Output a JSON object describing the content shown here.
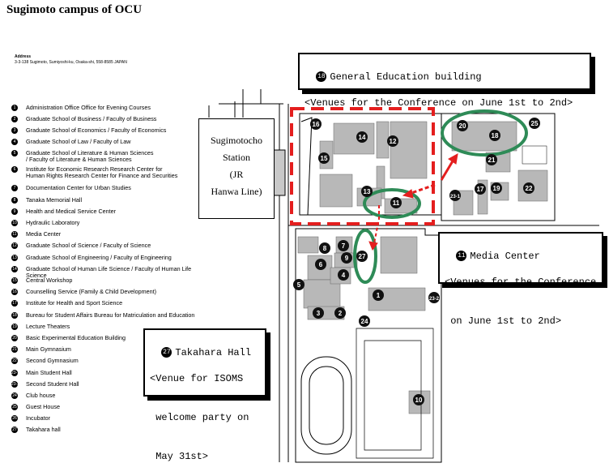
{
  "title": "Sugimoto campus of OCU",
  "address": {
    "label": "Address",
    "text": "3-3-138 Sugimoto, Sumiyoshi-ku, Osaka-shi, 558-8585 JAPAN"
  },
  "station": {
    "lines": [
      "Sugimotocho",
      "Station",
      "(JR",
      "Hanwa Line)"
    ]
  },
  "legend": [
    {
      "num": "1",
      "text": "Administration Office Office for Evening Courses"
    },
    {
      "num": "2",
      "text": "Graduate School of Business / Faculty of Business"
    },
    {
      "num": "3",
      "text": "Graduate School of Economics / Faculty of Economics"
    },
    {
      "num": "4",
      "text": "Graduate School of Law / Faculty of Law"
    },
    {
      "num": "5",
      "text": "Graduate School of Literature & Human Sciences\n/ Faculty of Literature & Human Sciences"
    },
    {
      "num": "6",
      "text": "Institute for Economic Research Research Center for\nHuman Rights Research Center for Finance and Securities"
    },
    {
      "num": "7",
      "text": "Documentation Center for Urban Studies"
    },
    {
      "num": "8",
      "text": "Tanaka Memorial Hall"
    },
    {
      "num": "9",
      "text": "Health and Medical Service Center"
    },
    {
      "num": "10",
      "text": "Hydraulic Laboratory"
    },
    {
      "num": "11",
      "text": "Media Center"
    },
    {
      "num": "12",
      "text": "Graduate School of Science / Faculty of Science"
    },
    {
      "num": "13",
      "text": "Graduate School of Engineering / Faculty of Engineering"
    },
    {
      "num": "14",
      "text": "Graduate School of Human Life Science / Faculty of Human Life Science"
    },
    {
      "num": "15",
      "text": "Central  Workshop"
    },
    {
      "num": "16",
      "text": "Counselling Service (Family & Child Development)"
    },
    {
      "num": "17",
      "text": "Institute for Health and Sport Science"
    },
    {
      "num": "18",
      "text": "Bureau for Student Affairs Bureau for Matriculation and Education"
    },
    {
      "num": "19",
      "text": "Lecture Theaters"
    },
    {
      "num": "20",
      "text": "Basic Experimental Education Building"
    },
    {
      "num": "21",
      "text": "Main Gymnasium"
    },
    {
      "num": "22",
      "text": "Second Gymnasium"
    },
    {
      "num": "23-1",
      "text": "Main Student Hall"
    },
    {
      "num": "23-2",
      "text": "Second Student Hall"
    },
    {
      "num": "24",
      "text": "Club house"
    },
    {
      "num": "25",
      "text": "Guest House"
    },
    {
      "num": "26",
      "text": "Incubator"
    },
    {
      "num": "27",
      "text": "Takahara hall"
    }
  ],
  "callouts": {
    "general": {
      "num": "18",
      "title": "General Education building",
      "lines": [
        "<Venues for the Conference on June 1st to 2nd>"
      ]
    },
    "media": {
      "num": "11",
      "title": "Media Center",
      "lines": [
        "<Venues for the Conference",
        " on June 1st to 2nd>"
      ]
    },
    "takahara": {
      "num": "27",
      "title": "Takahara Hall",
      "lines": [
        "<Venue for ISOMS",
        " welcome party on",
        " May 31st>"
      ]
    }
  },
  "map_labels": [
    "16",
    "14",
    "12",
    "15",
    "13",
    "11",
    "20",
    "18",
    "25",
    "21",
    "23-1",
    "17",
    "19",
    "22",
    "8",
    "7",
    "6",
    "9",
    "27",
    "4",
    "5",
    "1",
    "23-2",
    "3",
    "2",
    "24",
    "10"
  ],
  "colors": {
    "highlight_red": "#e41e1e",
    "venue_green": "#2e8b57",
    "building_gray": "#b8b8b8"
  }
}
